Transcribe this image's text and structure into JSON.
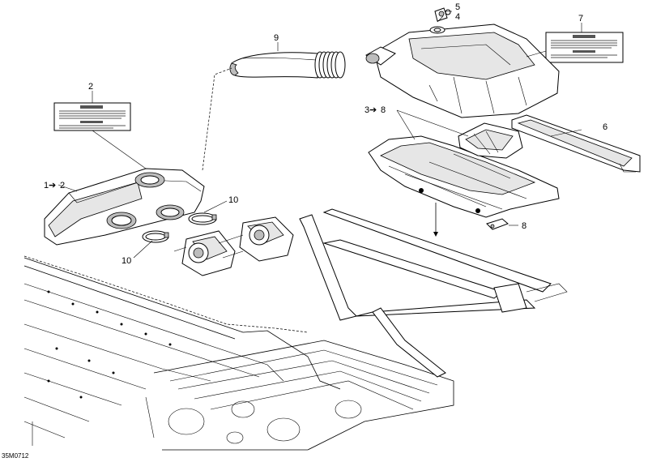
{
  "document_id": "35M0712",
  "callouts": {
    "c1": "1",
    "c2": "2",
    "c3": "3",
    "c4": "4",
    "c5": "5",
    "c6": "6",
    "c7": "7",
    "c8a": "8",
    "c8b": "8",
    "c9": "9",
    "c10a": "10",
    "c10b": "10"
  },
  "arrow_glyph": "➔",
  "icons": {
    "caution_label": "caution-label-icon"
  }
}
